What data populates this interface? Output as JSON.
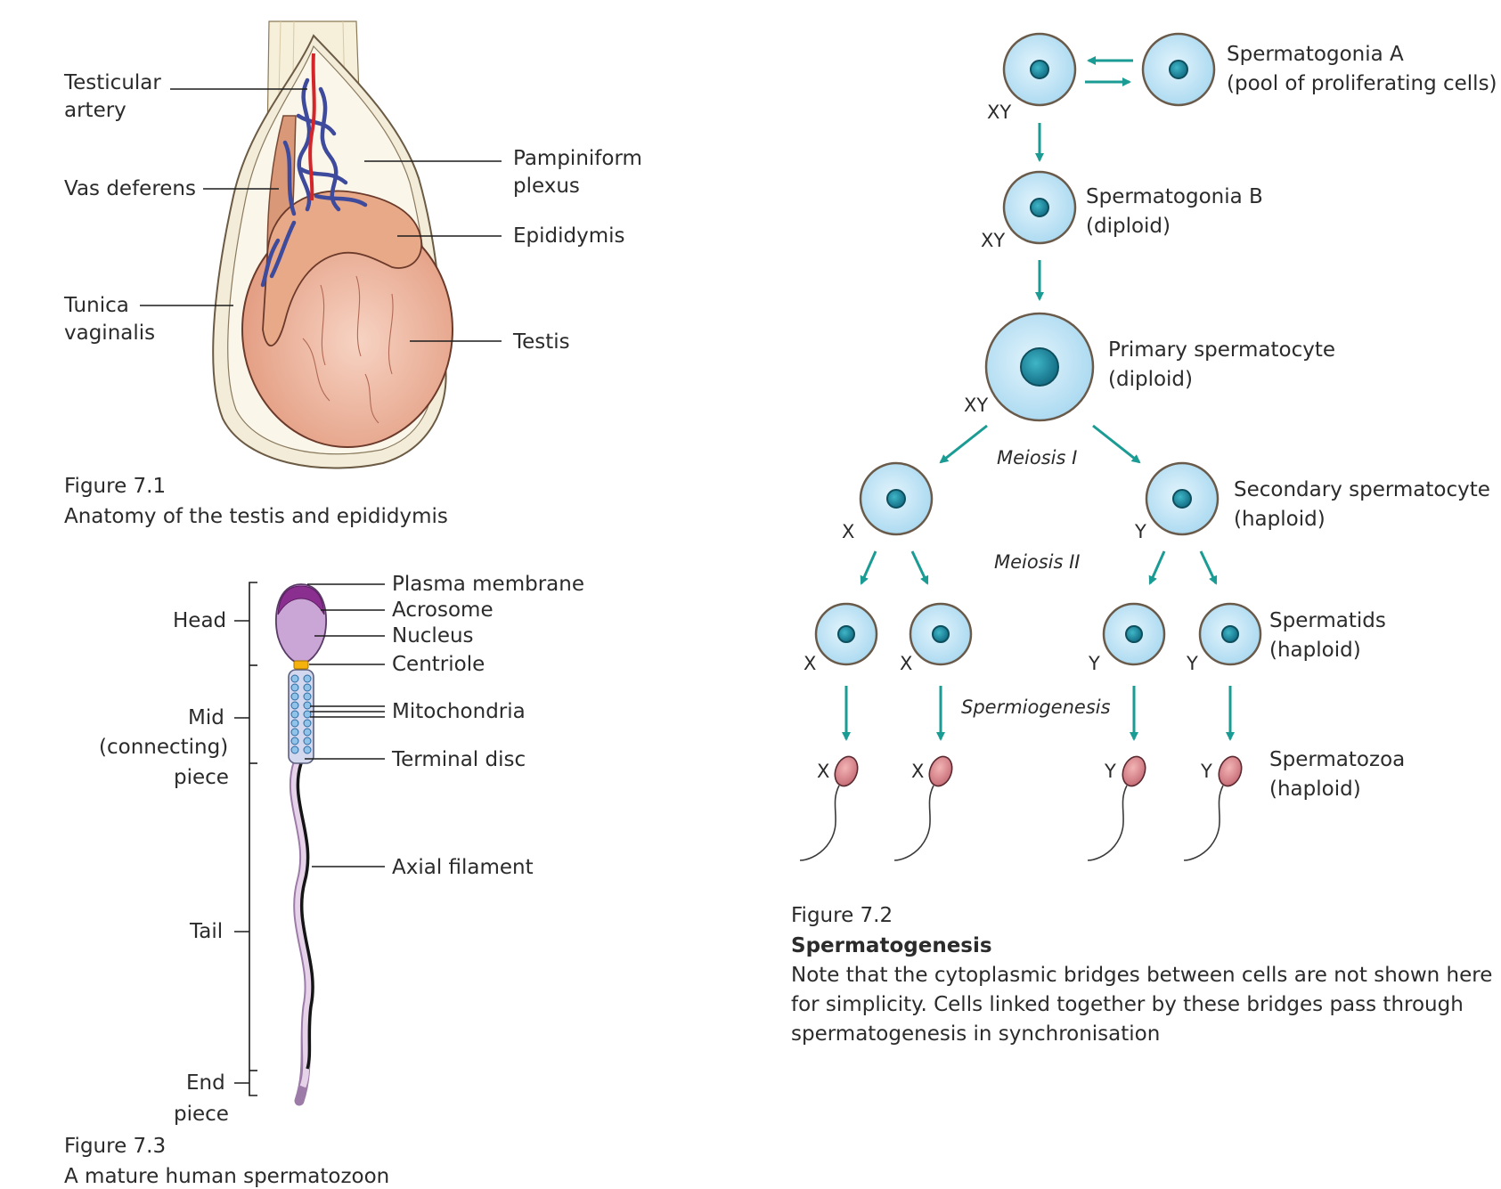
{
  "fig71": {
    "labels": {
      "testicular_artery_1": "Testicular",
      "testicular_artery_2": "artery",
      "vas_deferens": "Vas deferens",
      "pampiniform_1": "Pampiniform",
      "pampiniform_2": "plexus",
      "epididymis": "Epididymis",
      "tunica_1": "Tunica",
      "tunica_2": "vaginalis",
      "testis": "Testis"
    },
    "caption_number": "Figure 7.1",
    "caption_title": "Anatomy of the testis and epididymis"
  },
  "fig72": {
    "cell_labels": {
      "spg_a_1": "Spermatogonia A",
      "spg_a_2": "(pool of proliferating cells)",
      "spg_b_1": "Spermatogonia B",
      "spg_b_2": "(diploid)",
      "primary_1": "Primary spermatocyte",
      "primary_2": "(diploid)",
      "secondary_1": "Secondary spermatocyte",
      "secondary_2": "(haploid)",
      "spermatids_1": "Spermatids",
      "spermatids_2": "(haploid)",
      "spermatozoa_1": "Spermatozoa",
      "spermatozoa_2": "(haploid)"
    },
    "stage_labels": {
      "meiosis1": "Meiosis I",
      "meiosis2": "Meiosis II",
      "spermiogenesis": "Spermiogenesis"
    },
    "chromosomes": {
      "xy": "XY",
      "x": "X",
      "y": "Y"
    },
    "caption_number": "Figure 7.2",
    "caption_title": "Spermatogenesis",
    "caption_line1": "Note that the cytoplasmic bridges between cells are not shown here",
    "caption_line2": "for simplicity. Cells linked together by these bridges pass through",
    "caption_line3": "spermatogenesis in synchronisation"
  },
  "fig73": {
    "region_labels": {
      "head": "Head",
      "mid_1": "Mid",
      "mid_2": "(connecting)",
      "mid_3": "piece",
      "tail": "Tail",
      "end_1": "End",
      "end_2": "piece"
    },
    "part_labels": {
      "plasma_membrane": "Plasma membrane",
      "acrosome": "Acrosome",
      "nucleus": "Nucleus",
      "centriole": "Centriole",
      "mitochondria": "Mitochondria",
      "terminal_disc": "Terminal disc",
      "axial_filament": "Axial filament"
    },
    "caption_number": "Figure 7.3",
    "caption_title": "A mature human spermatozoon"
  },
  "colors": {
    "arrow_teal": "#1a9b93",
    "cell_fill": "#bfe3f5",
    "nucleus_teal": "#1d8fa6",
    "testis_pink": "#e6a58a",
    "vein_blue": "#4a56a6",
    "artery_red": "#d4262a",
    "sperm_head_pink": "#d98a8e",
    "acrosome_purple": "#8a2f8f",
    "nucleus_lilac": "#c9a6d6"
  }
}
